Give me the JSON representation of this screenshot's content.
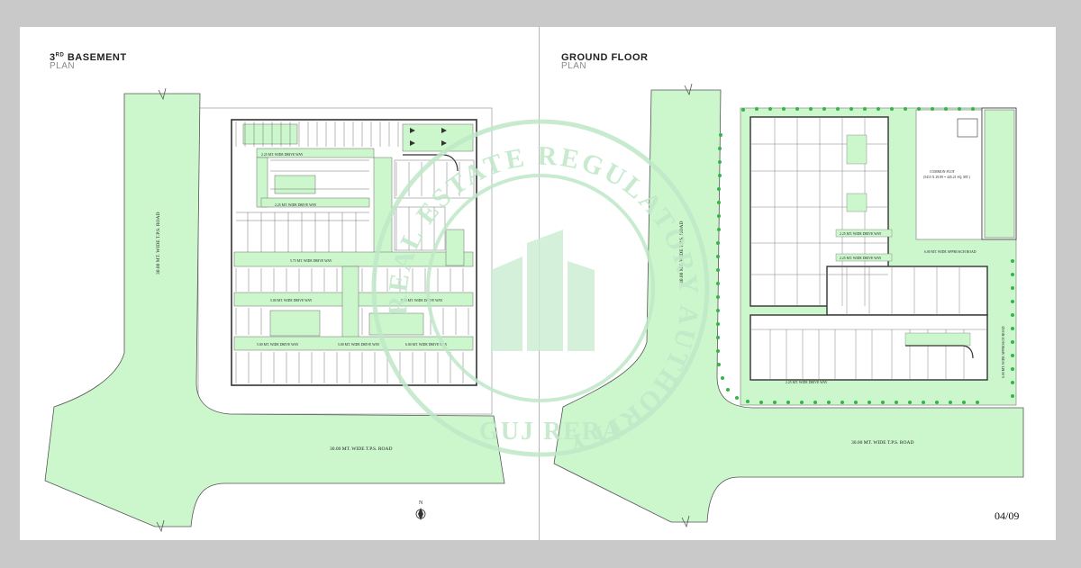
{
  "left_plan": {
    "title_number": "3",
    "title_sup": "RD",
    "title_word": "BASEMENT",
    "subtitle": "PLAN",
    "road_vertical": "30.00 MT. WIDE T.P.S. ROAD",
    "road_horizontal": "30.00 MT. WIDE T.P.S. ROAD",
    "drive_labels": [
      "2.25 MT. WIDE DRIVE WAY",
      "2.25 MT. WIDE DRIVE WAY",
      "5.75 MT. WIDE DRIVE WAY",
      "5.00 MT. WIDE DRIVE WAY",
      "5.00 MT. WIDE DRIVE WAY",
      "5.00 MT. WIDE DRIVE WAY",
      "5.00 MT. WIDE DRIVE WAY",
      "6.00 MT. WIDE DRIVE WAY"
    ],
    "north_label": "N"
  },
  "right_plan": {
    "title": "GROUND FLOOR",
    "subtitle": "PLAN",
    "road_vertical": "30.00 MT. WIDE T.P.S. ROAD",
    "road_horizontal": "30.00 MT. WIDE T.P.S. ROAD",
    "approach_road": "6.00 MT. WIDE APPROACH ROAD",
    "approach_road_vertical": "6.00 MT. WIDE APPROACH ROAD",
    "drive_labels": [
      "2.25 MT. WIDE DRIVE WAY",
      "2.25 MT. WIDE DRIVE WAY",
      "2.25 MT. WIDE DRIVE WAY"
    ],
    "common_plot": "COMMON PLOT",
    "common_plot_area": "(5415 X 29.89 = 445.21 SQ. MT.)"
  },
  "watermark": {
    "arc_text": "REAL ESTATE REGULATORY AUTHORITY",
    "bottom": "GUJ RERA"
  },
  "page_number": "04/09",
  "colors": {
    "road": "#ccf7cc",
    "outline": "#444444",
    "watermark": "#bfe8c8",
    "tree": "#37b449"
  }
}
